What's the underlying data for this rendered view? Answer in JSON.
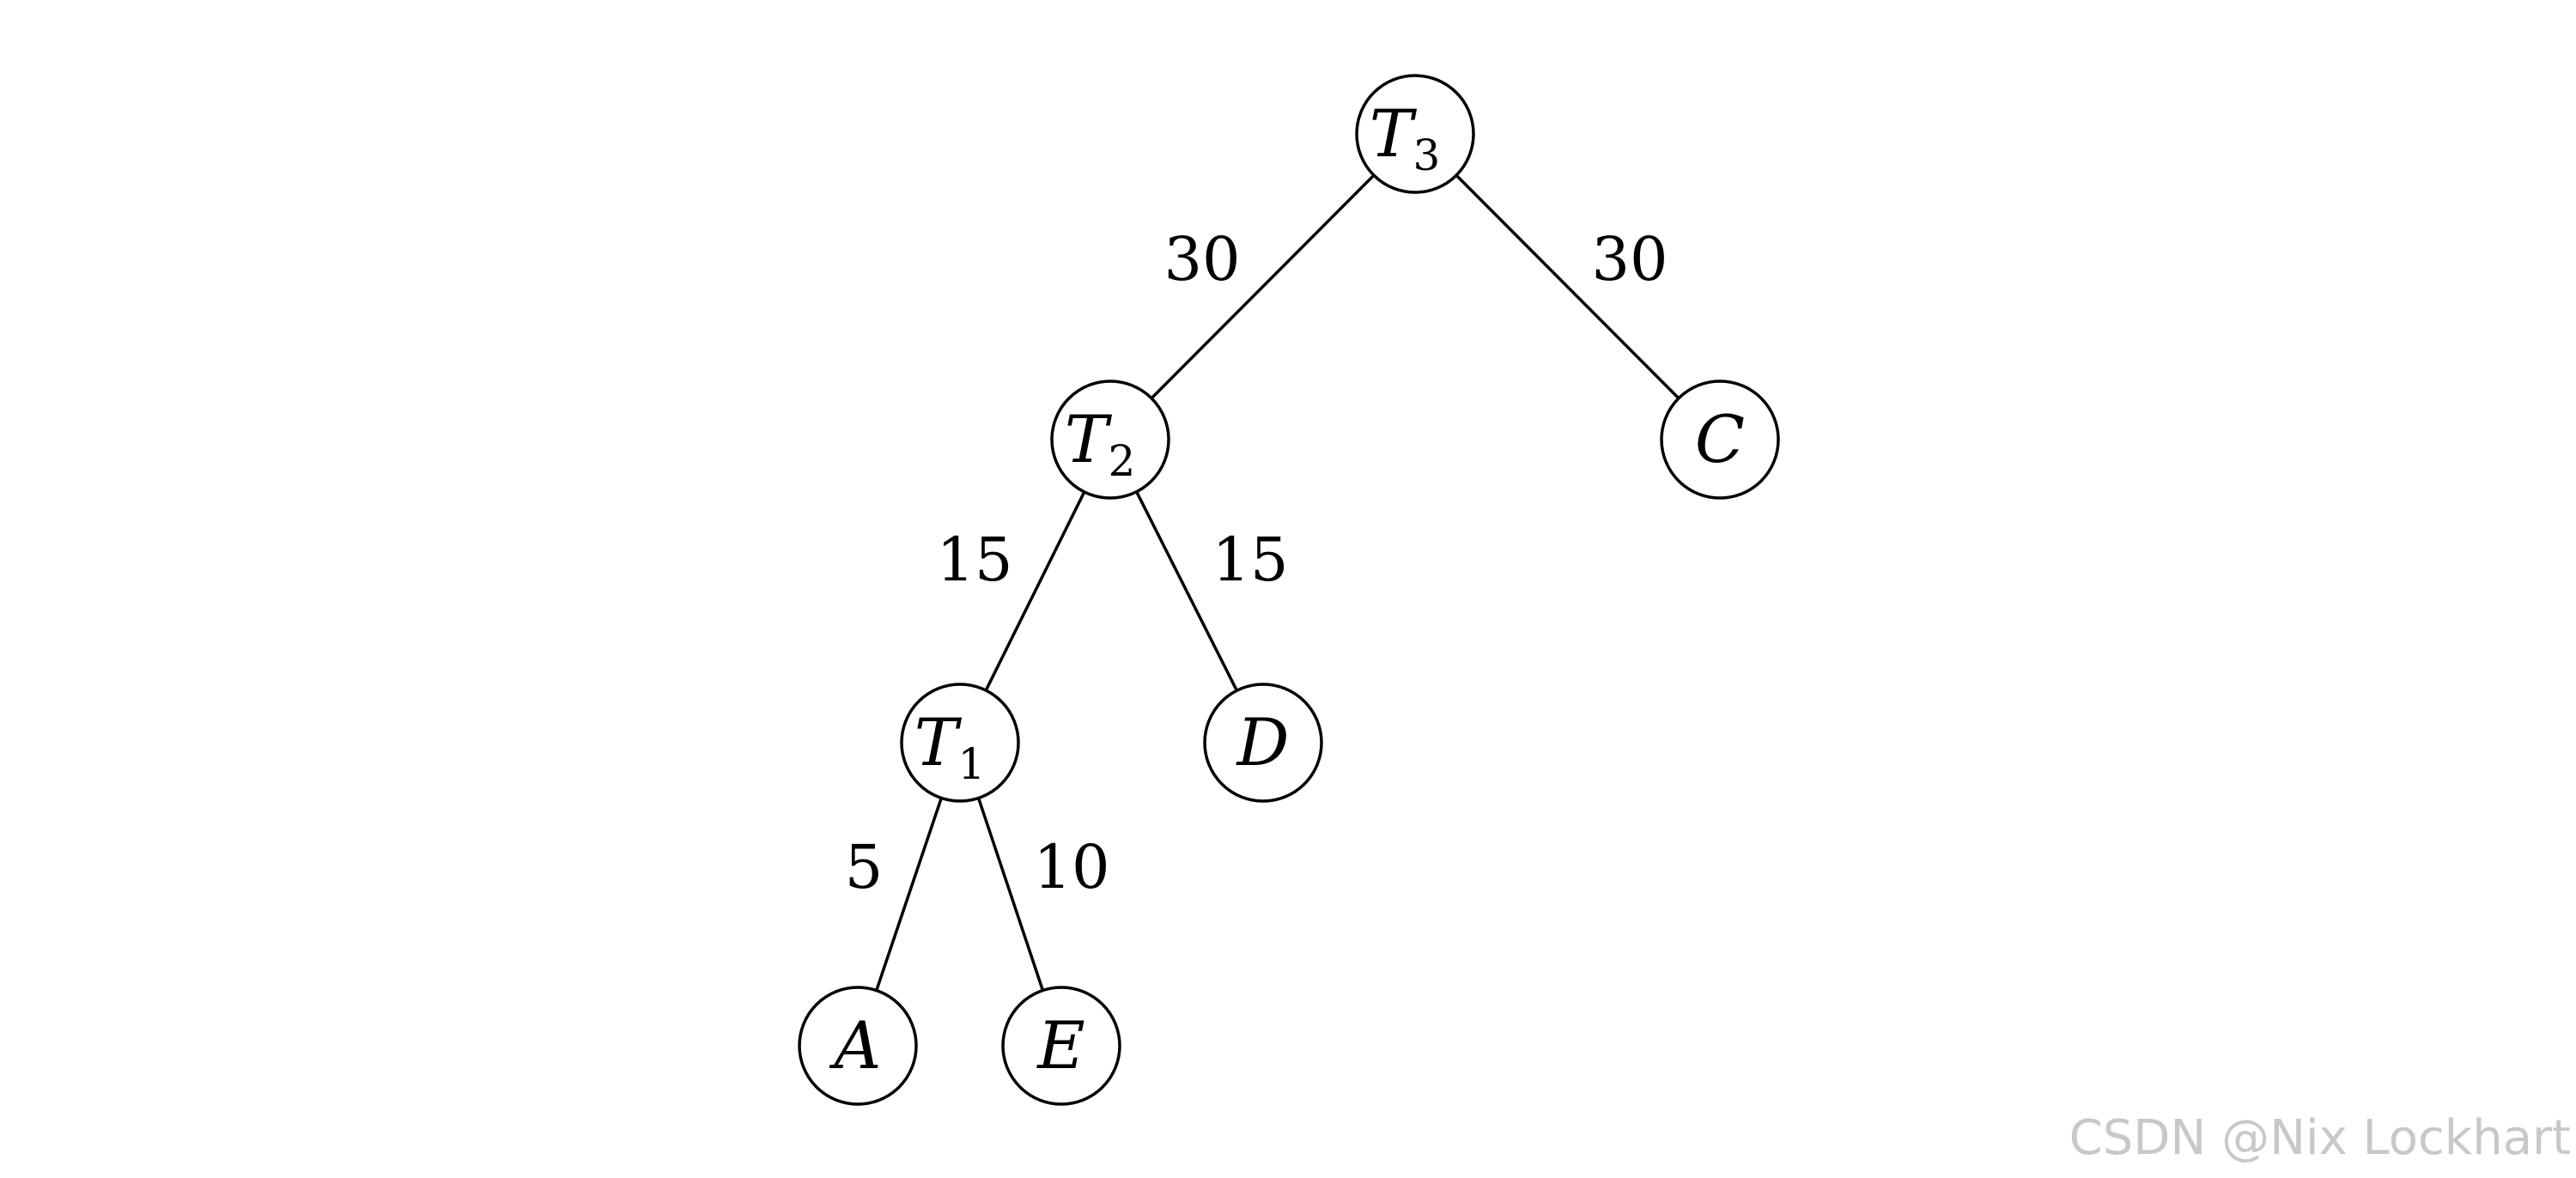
{
  "diagram": {
    "type": "binary-tree",
    "nodes": [
      {
        "id": "T3",
        "label": "T",
        "sub": "3"
      },
      {
        "id": "T2",
        "label": "T",
        "sub": "2"
      },
      {
        "id": "C",
        "label": "C",
        "sub": ""
      },
      {
        "id": "T1",
        "label": "T",
        "sub": "1"
      },
      {
        "id": "D",
        "label": "D",
        "sub": ""
      },
      {
        "id": "A",
        "label": "A",
        "sub": ""
      },
      {
        "id": "E",
        "label": "E",
        "sub": ""
      }
    ],
    "edges": [
      {
        "from": "T3",
        "to": "T2",
        "weight": "30"
      },
      {
        "from": "T3",
        "to": "C",
        "weight": "30"
      },
      {
        "from": "T2",
        "to": "T1",
        "weight": "15"
      },
      {
        "from": "T2",
        "to": "D",
        "weight": "15"
      },
      {
        "from": "T1",
        "to": "A",
        "weight": "5"
      },
      {
        "from": "T1",
        "to": "E",
        "weight": "10"
      }
    ]
  },
  "watermark": "CSDN @Nix Lockhart"
}
